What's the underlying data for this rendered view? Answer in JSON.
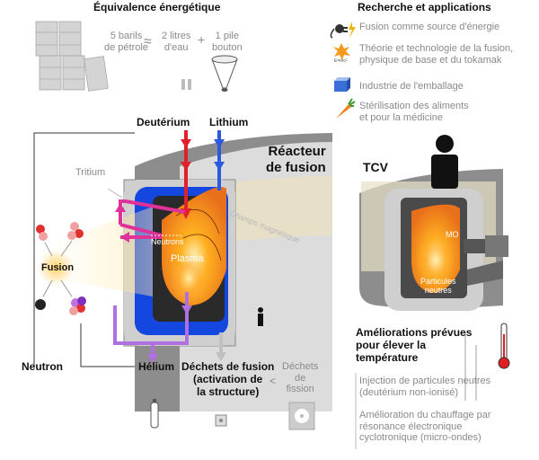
{
  "energy": {
    "title": "Équivalence énergétique",
    "barrels_1": "5 barils",
    "barrels_2": "de pétrole",
    "approx": "≈",
    "water_1": "2 litres",
    "water_2": "d'eau",
    "plus": "+",
    "battery_1": "1 pile",
    "battery_2": "bouton"
  },
  "research": {
    "title": "Recherche et applications",
    "item1": "Fusion comme source d'énergie",
    "item2_1": "Théorie et technologie de la fusion,",
    "item2_2": "physique de base et du tokamak",
    "item2_icon_text": "E=mc²",
    "item3": "Industrie de l'emballage",
    "item4_1": "Stérilisation des aliments",
    "item4_2": "et pour la médicine"
  },
  "reactor": {
    "deuterium": "Deutérium",
    "lithium": "Lithium",
    "title_1": "Réacteur",
    "title_2": "de fusion",
    "tritium": "Tritium",
    "neutrons": "Neutrons",
    "plasma": "Plasma",
    "magnetic": "Champs magnétique",
    "fusion": "Fusion",
    "neutron": "Neutron",
    "helium": "Hélium",
    "waste_1": "Déchets de fusion",
    "waste_2": "(activation de",
    "waste_3": "la structure)",
    "lt": "<",
    "fission_1": "Déchets",
    "fission_2": "de",
    "fission_3": "fission"
  },
  "tcv": {
    "label": "TCV",
    "mo": "MO",
    "particles_1": "Particules",
    "particles_2": "neutres",
    "improve_1": "Améliorations prévues",
    "improve_2": "pour élever la",
    "improve_3": "température",
    "inj_1": "Injection de particules neutres",
    "inj_2": "(deutérium non-ionisé)",
    "heat_1": "Amélioration du chauffage par",
    "heat_2": "résonance électronique",
    "heat_3": "cyclotronique (micro-ondes)"
  },
  "colors": {
    "deuterium": "#e0202a",
    "lithium": "#2a5ae0",
    "tritium": "#e0309a",
    "helium": "#b070e0",
    "blanket": "#1446e0",
    "plasma": "#f59a20"
  }
}
